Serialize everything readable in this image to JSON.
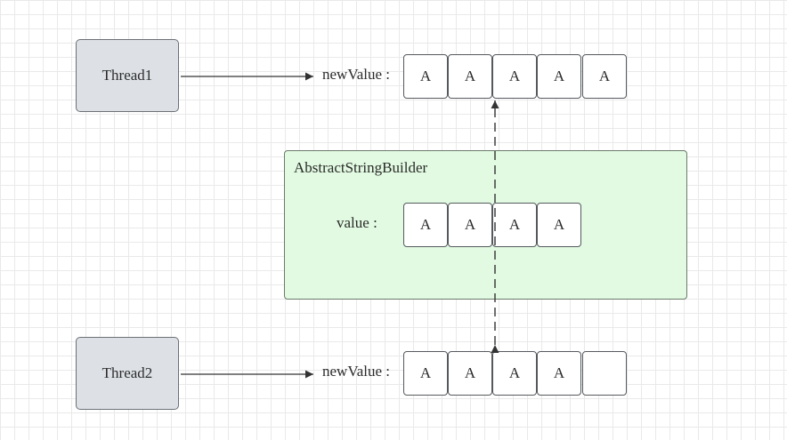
{
  "threads": [
    {
      "label": "Thread1"
    },
    {
      "label": "Thread2"
    }
  ],
  "rows": [
    {
      "label": "newValue :",
      "cells": [
        "A",
        "A",
        "A",
        "A",
        "A"
      ]
    },
    {
      "label": "value :",
      "cells": [
        "A",
        "A",
        "A",
        "A"
      ]
    },
    {
      "label": "newValue :",
      "cells": [
        "A",
        "A",
        "A",
        "A",
        ""
      ]
    }
  ],
  "builder": {
    "title": "AbstractStringBuilder"
  },
  "colors": {
    "thread_fill": "#dde1e6",
    "builder_fill": "#e1fae1",
    "cell_fill": "#ffffff",
    "line": "#333333"
  }
}
